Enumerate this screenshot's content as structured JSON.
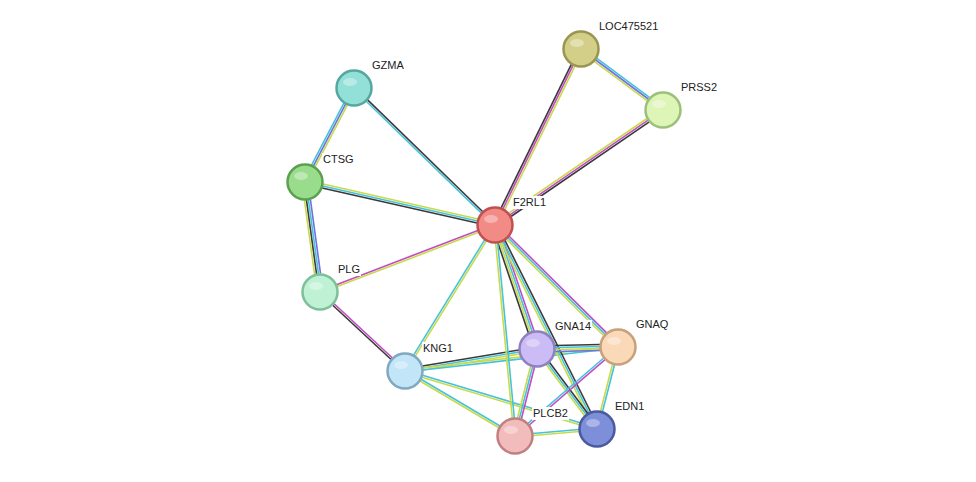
{
  "diagram": {
    "nodes": [
      {
        "text": [
          "LOC475521"
        ]
      },
      {
        "text": [
          "GZMA"
        ]
      },
      {
        "text": [
          "PRSS2"
        ]
      },
      {
        "text": [
          "CTSG"
        ]
      },
      {
        "text": [
          "F2RL1"
        ]
      },
      {
        "text": [
          "PLG"
        ]
      },
      {
        "text": [
          "GNAQ"
        ]
      },
      {
        "text": [
          "GNA14"
        ]
      },
      {
        "text": [
          "KNG1"
        ]
      },
      {
        "text": [
          "EDN1"
        ]
      },
      {
        "text": [
          "PLCB2"
        ]
      }
    ],
    "edges": [
      {
        "from": 0,
        "to": 2,
        "arrow": "none"
      },
      {
        "from": 0,
        "to": 4,
        "arrow": "none"
      },
      {
        "from": 2,
        "to": 4,
        "arrow": "none"
      },
      {
        "from": 1,
        "to": 3,
        "arrow": "none"
      },
      {
        "from": 1,
        "to": 4,
        "arrow": "none"
      },
      {
        "from": 3,
        "to": 4,
        "arrow": "none"
      },
      {
        "from": 3,
        "to": 5,
        "arrow": "none"
      },
      {
        "from": 5,
        "to": 4,
        "arrow": "none"
      },
      {
        "from": 5,
        "to": 8,
        "arrow": "none"
      },
      {
        "from": 8,
        "to": 4,
        "arrow": "none"
      },
      {
        "from": 8,
        "to": 7,
        "arrow": "none"
      },
      {
        "from": 8,
        "to": 6,
        "arrow": "none"
      },
      {
        "from": 8,
        "to": 10,
        "arrow": "none"
      },
      {
        "from": 8,
        "to": 9,
        "arrow": "none"
      },
      {
        "from": 4,
        "to": 7,
        "arrow": "none"
      },
      {
        "from": 4,
        "to": 6,
        "arrow": "none"
      },
      {
        "from": 4,
        "to": 9,
        "arrow": "none"
      },
      {
        "from": 4,
        "to": 10,
        "arrow": "none"
      },
      {
        "from": 7,
        "to": 6,
        "arrow": "none"
      },
      {
        "from": 7,
        "to": 10,
        "arrow": "none"
      },
      {
        "from": 7,
        "to": 9,
        "arrow": "none"
      },
      {
        "from": 6,
        "to": 10,
        "arrow": "none"
      },
      {
        "from": 6,
        "to": 9,
        "arrow": "none"
      },
      {
        "from": 10,
        "to": 9,
        "arrow": "none"
      }
    ]
  }
}
